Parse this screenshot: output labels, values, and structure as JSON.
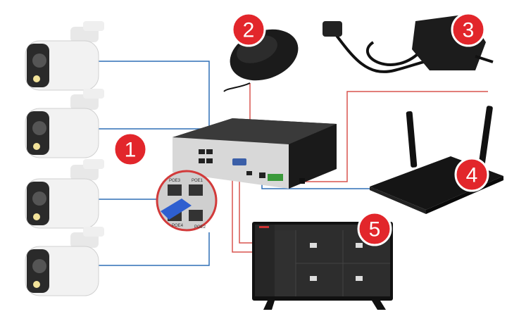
{
  "colors": {
    "badge": "#e2262b",
    "ethernet_line": "#2f6fb5",
    "signal_line": "#d9534f",
    "device_dark": "#1c1c1c",
    "camera_body": "#f2f2f2"
  },
  "badges": [
    {
      "label": "1",
      "device": "cameras"
    },
    {
      "label": "2",
      "device": "mouse"
    },
    {
      "label": "3",
      "device": "power-adapter"
    },
    {
      "label": "4",
      "device": "router"
    },
    {
      "label": "5",
      "device": "monitor"
    }
  ],
  "ports": {
    "top_left": "POE3",
    "top_right": "POE1",
    "bottom_left": "POE4",
    "bottom_right": "POE2"
  },
  "camera_count": 4
}
